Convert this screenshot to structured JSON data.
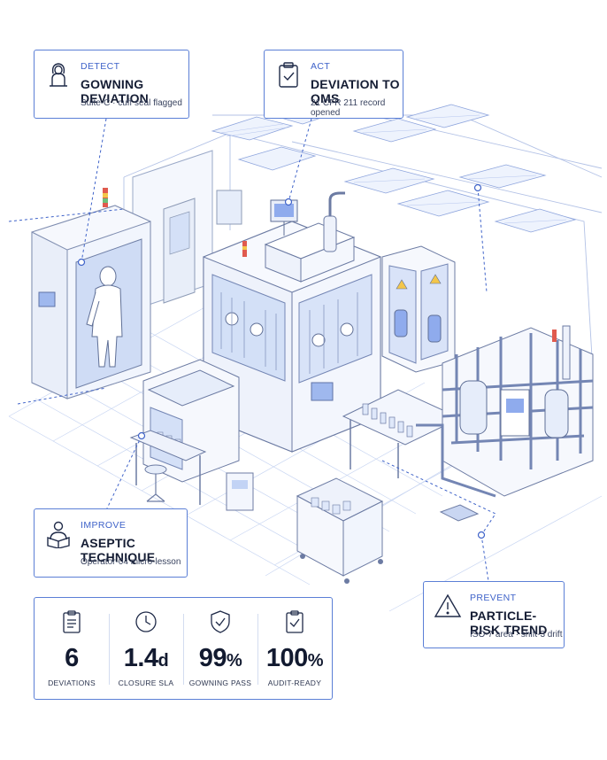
{
  "callouts": {
    "detect": {
      "stage": "DETECT",
      "title": "GOWNING DEVIATION",
      "subtitle": "Suite-C · cuff seal flagged",
      "icon": "operator-hood-icon"
    },
    "act": {
      "stage": "ACT",
      "title": "DEVIATION TO QMS",
      "subtitle": "21 CFR 211 record opened",
      "icon": "clipboard-check-icon"
    },
    "improve": {
      "stage": "IMPROVE",
      "title": "ASEPTIC TECHNIQUE",
      "subtitle": "Operator-04 micro-lesson",
      "icon": "reading-person-icon"
    },
    "prevent": {
      "stage": "PREVENT",
      "title": "PARTICLE-RISK TREND",
      "subtitle": "ISO-7 area · shift-3 drift",
      "icon": "warning-triangle-icon"
    }
  },
  "kpis": [
    {
      "value": "6",
      "unit": "",
      "label": "DEVIATIONS",
      "icon": "document-list-icon"
    },
    {
      "value": "1.4",
      "unit": "d",
      "label": "CLOSURE SLA",
      "icon": "clock-icon"
    },
    {
      "value": "99",
      "unit": "%",
      "label": "GOWNING PASS",
      "icon": "shield-check-icon"
    },
    {
      "value": "100",
      "unit": "%",
      "label": "AUDIT-READY",
      "icon": "clipboard-check-icon"
    }
  ],
  "colors": {
    "accent": "#3f63c9",
    "line": "#5b7fd6",
    "ink": "#141c33",
    "sketch": "#8d9bb6",
    "glass": "#dbe6fb"
  }
}
